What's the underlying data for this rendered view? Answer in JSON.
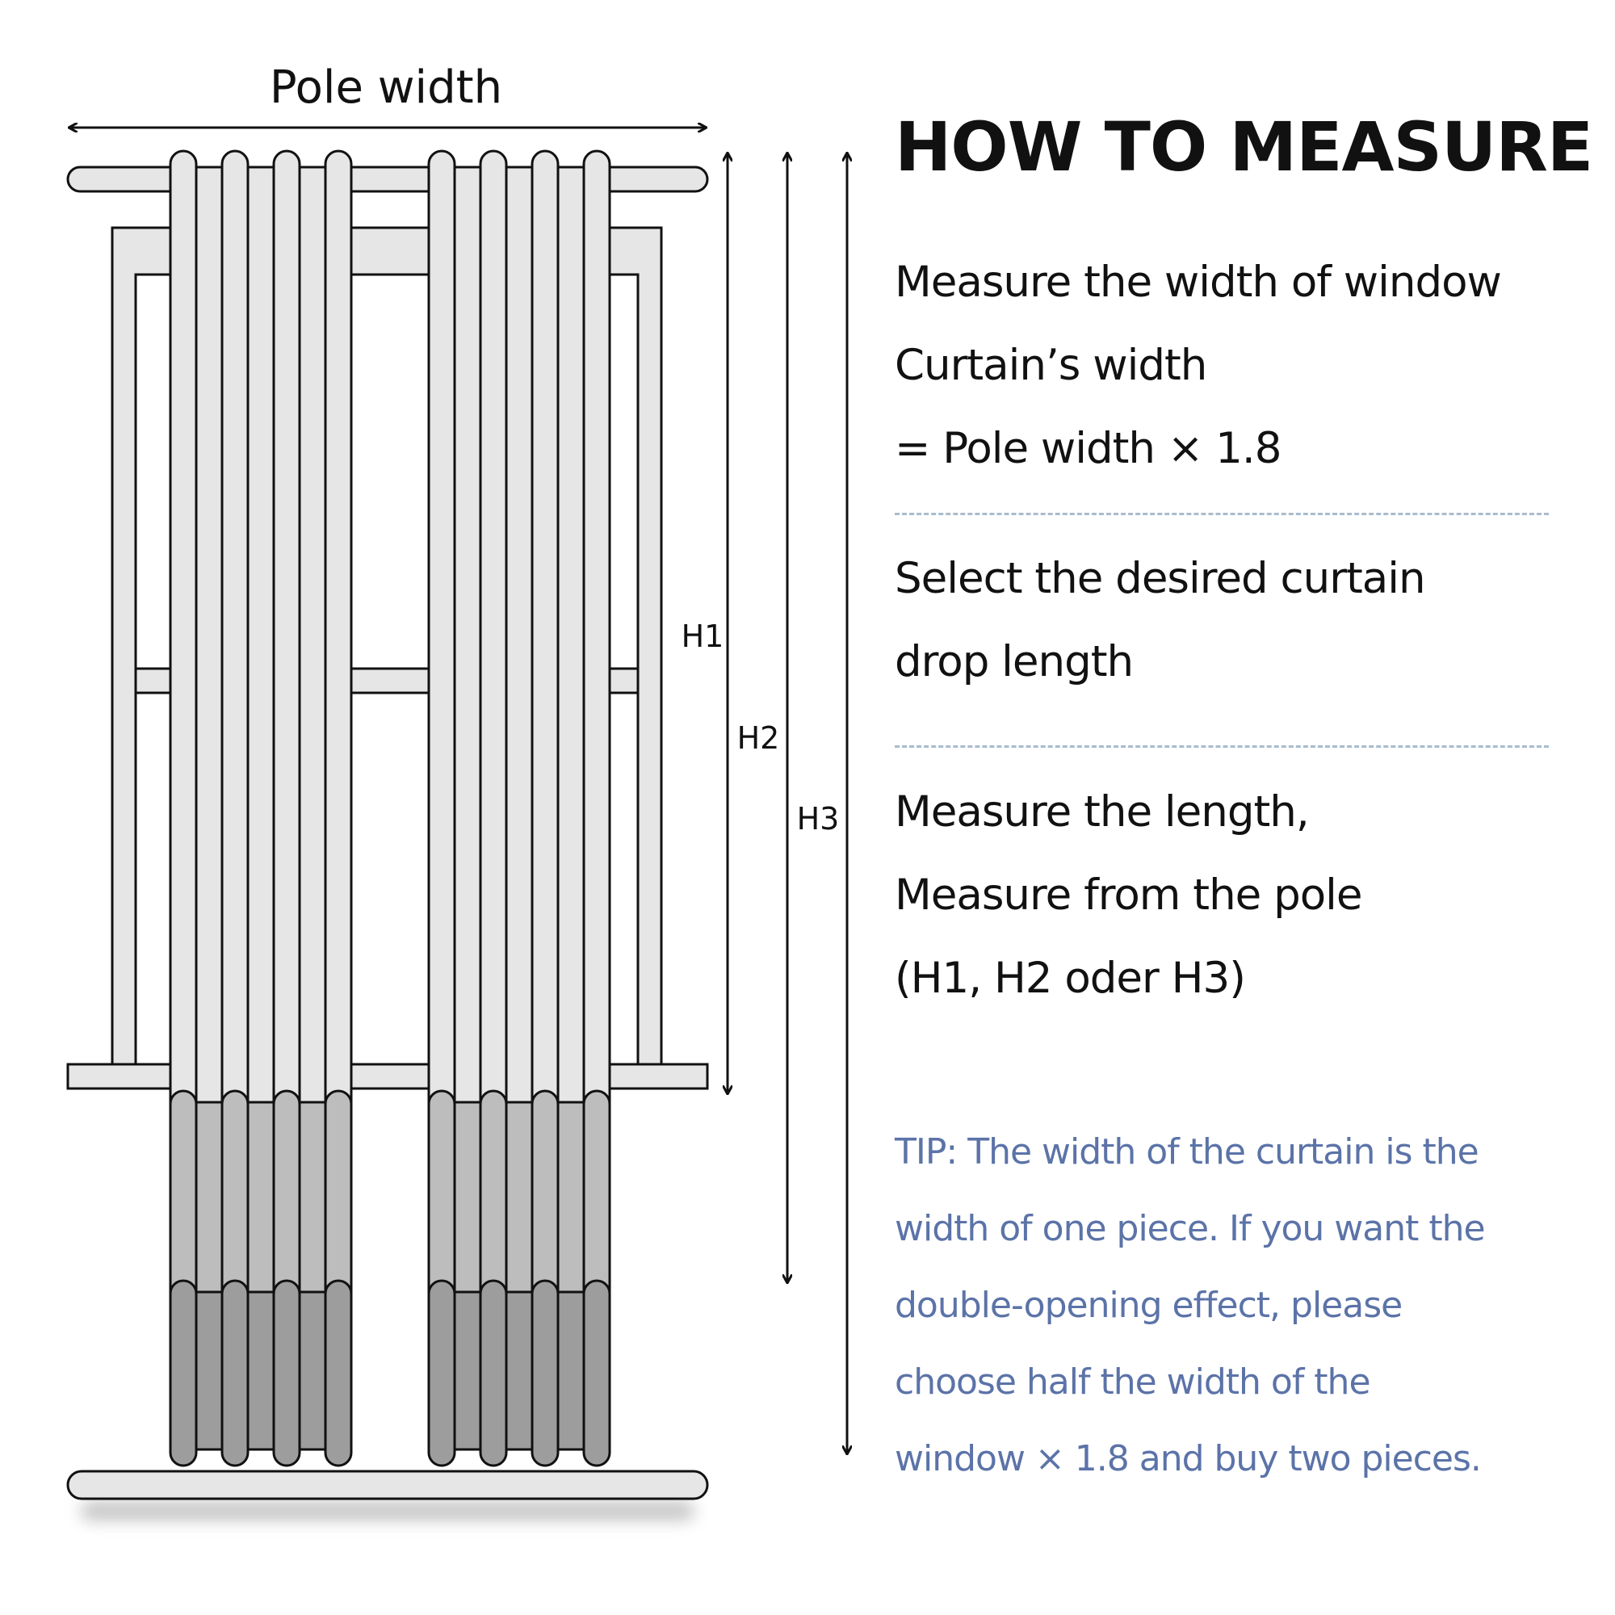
{
  "diagram": {
    "pole_width_label": "Pole width",
    "h1_label": "H1",
    "h2_label": "H2",
    "h3_label": "H3"
  },
  "panel": {
    "heading": "HOW TO MEASURE",
    "step1": {
      "line1": "Measure the width of window",
      "line2": "Curtain’s width",
      "line3": "= Pole width × 1.8"
    },
    "step2": {
      "line1": "Select the desired curtain",
      "line2": "drop length"
    },
    "step3": {
      "line1": "Measure the length,",
      "line2": "Measure from the pole",
      "line3": "(H1, H2 oder H3)"
    },
    "tip": {
      "line1": "TIP:  The width of the curtain is the",
      "line2": "width of one piece. If you want the",
      "line3": "double-opening effect, please",
      "line4": "choose half the width of the",
      "line5": "window × 1.8 and buy two pieces."
    }
  },
  "colors": {
    "outline": "#111111",
    "curtain_light": "#e6e6e6",
    "curtain_mid": "#bdbdbd",
    "curtain_dark": "#9d9d9d",
    "tip_text": "#5b73a8",
    "divider": "#a9bccd"
  }
}
